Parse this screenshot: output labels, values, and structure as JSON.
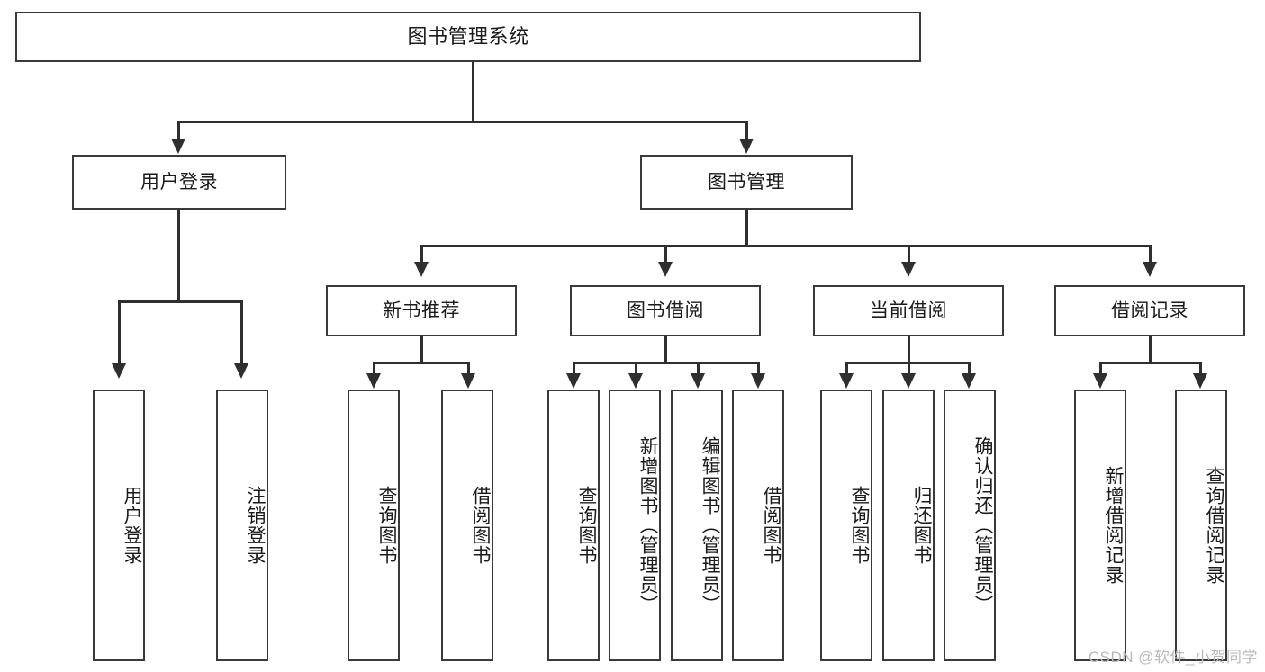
{
  "diagram": {
    "title": "图书管理系统",
    "type": "hierarchy-tree",
    "root": {
      "label": "图书管理系统"
    },
    "level2": [
      {
        "label": "用户登录"
      },
      {
        "label": "图书管理"
      }
    ],
    "level3": [
      {
        "label": "新书推荐"
      },
      {
        "label": "图书借阅"
      },
      {
        "label": "当前借阅"
      },
      {
        "label": "借阅记录"
      }
    ],
    "leaves": {
      "user_login": [
        {
          "label": "用户登录"
        },
        {
          "label": "注销登录"
        }
      ],
      "new_book_recommend": [
        {
          "label": "查询图书"
        },
        {
          "label": "借阅图书"
        }
      ],
      "book_borrow": [
        {
          "label": "查询图书"
        },
        {
          "label": "新增图书（管理员）"
        },
        {
          "label": "编辑图书（管理员）"
        },
        {
          "label": "借阅图书"
        }
      ],
      "current_borrow": [
        {
          "label": "查询图书"
        },
        {
          "label": "归还图书"
        },
        {
          "label": "确认归还（管理员）"
        }
      ],
      "borrow_records": [
        {
          "label": "新增借阅记录"
        },
        {
          "label": "查询借阅记录"
        }
      ]
    }
  },
  "watermark": {
    "text": "CSDN @软件_小贺同学"
  },
  "colors": {
    "box_border": "#3a3a3a",
    "line": "#2f2f2f",
    "text": "#1b1b1b",
    "background": "#ffffff",
    "watermark": "#b9b9b9"
  }
}
